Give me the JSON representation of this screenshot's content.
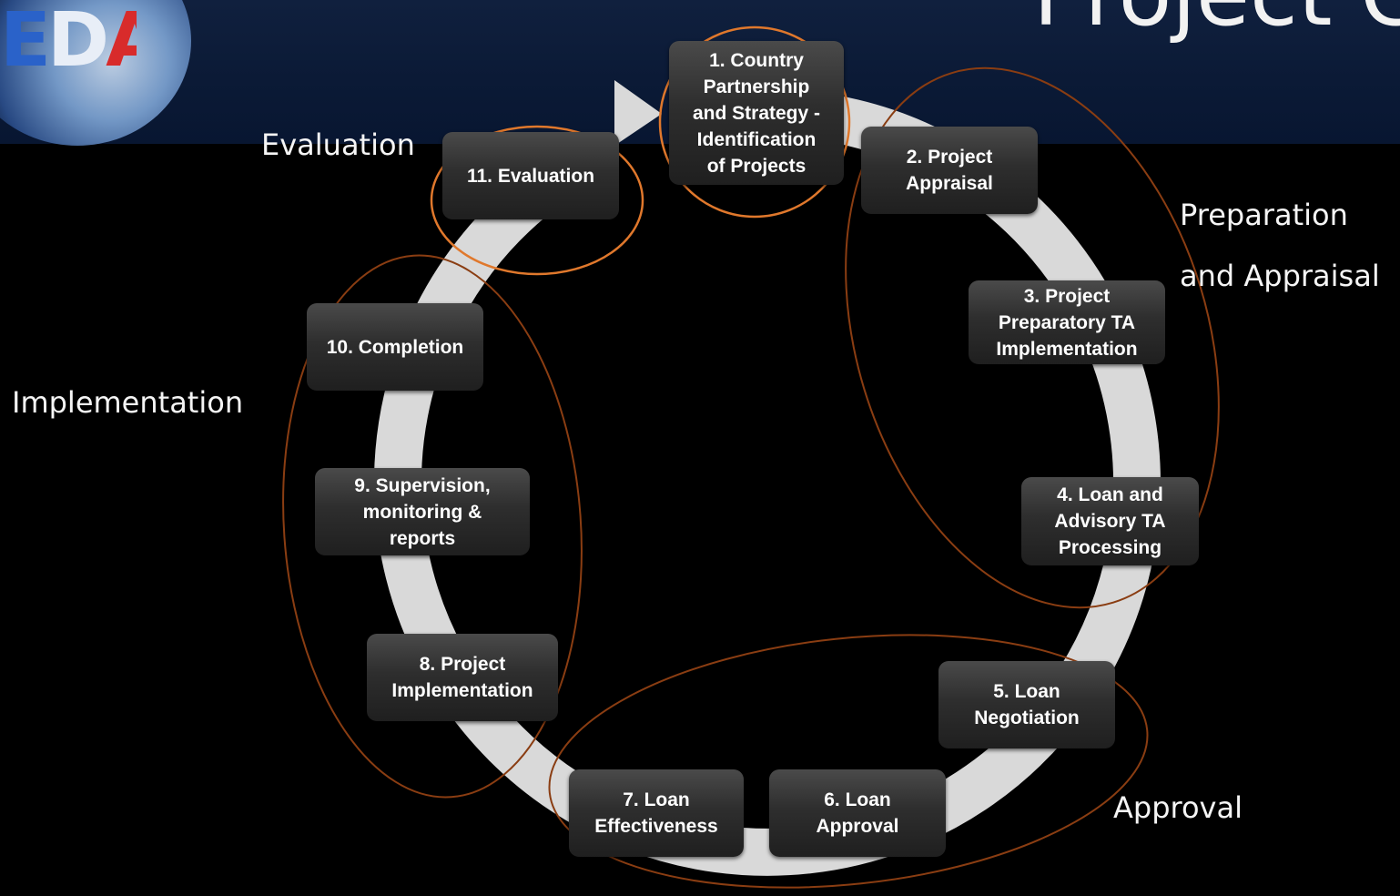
{
  "header": {
    "logo_text": "EDA",
    "title": "Project C"
  },
  "steps": [
    {
      "label": "1. Country\nPartnership\nand Strategy -\nIdentification\nof Projects"
    },
    {
      "label": "2. Project\nAppraisal"
    },
    {
      "label": "3. Project\nPreparatory TA\nImplementation"
    },
    {
      "label": "4. Loan and\nAdvisory TA\nProcessing"
    },
    {
      "label": "5. Loan\nNegotiation"
    },
    {
      "label": "6. Loan\nApproval"
    },
    {
      "label": "7. Loan\nEffectiveness"
    },
    {
      "label": "8. Project\nImplementation"
    },
    {
      "label": "9. Supervision,\nmonitoring &\nreports"
    },
    {
      "label": "10. Completion"
    },
    {
      "label": "11. Evaluation"
    }
  ],
  "phases": {
    "evaluation": "Evaluation",
    "preparation_line1": "Preparation",
    "preparation_line2": "and Appraisal",
    "implementation": "Implementation",
    "approval": "Approval"
  },
  "colors": {
    "background": "#000000",
    "banner": "#0b1a36",
    "cycle_arrow": "#d9d9d9",
    "group_outline": "#8a3d12",
    "highlight_outline": "#e0782c",
    "step_box": "#2e2e2e",
    "text": "#ffffff"
  }
}
